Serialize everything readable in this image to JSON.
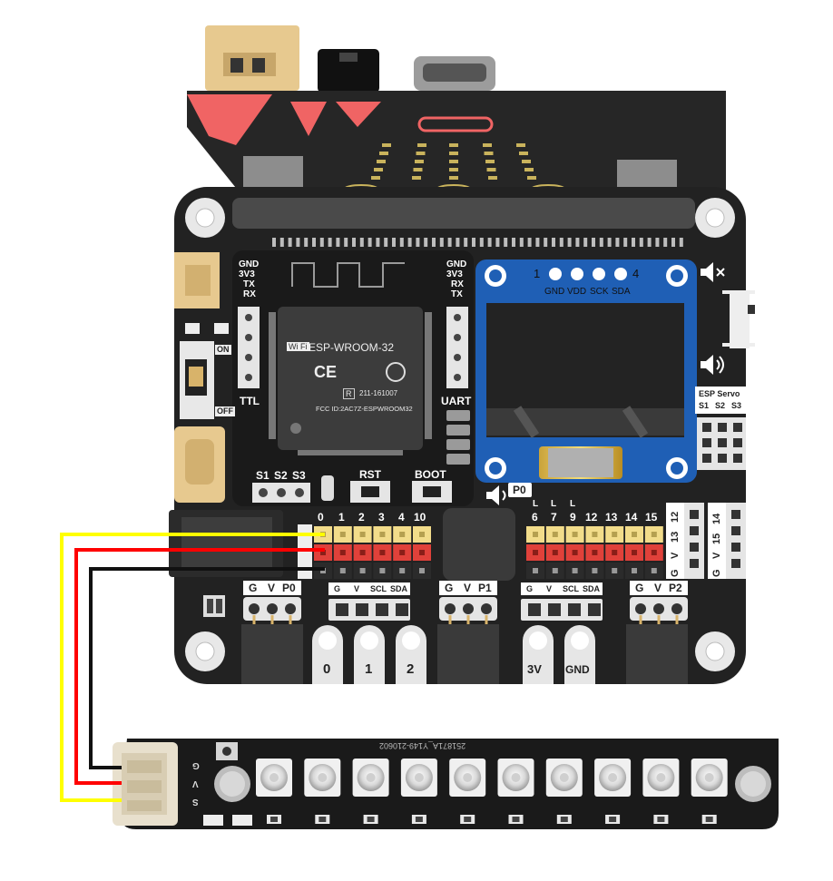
{
  "board": {
    "module_name": "ESP-WROOM-32",
    "wifi_badge": "Wi Fi",
    "ce_mark": "CE",
    "r_mark": "R",
    "cert_code": "211-161007",
    "fcc_id": "FCC ID:2AC7Z-ESPWROOM32",
    "ttl_pins": [
      "GND",
      "3V3",
      "TX",
      "RX"
    ],
    "ttl_label": "TTL",
    "uart_pins": [
      "GND",
      "3V3",
      "RX",
      "TX"
    ],
    "uart_label": "UART",
    "switch_on": "ON",
    "switch_off": "OFF",
    "servo_pins": [
      "S1",
      "S2",
      "S3"
    ],
    "rst_label": "RST",
    "boot_label": "BOOT",
    "oled_pin_first": "1",
    "oled_pin_last": "4",
    "oled_pins": [
      "GND",
      "VDD",
      "SCK",
      "SDA"
    ],
    "esp_servo_title": "ESP Servo",
    "esp_servo_pins": [
      "S1",
      "S2",
      "S3"
    ],
    "p0_label": "P0",
    "left_header_pins": [
      "0",
      "1",
      "2",
      "3",
      "4",
      "10"
    ],
    "right_header_pins": [
      "6",
      "7",
      "9",
      "12",
      "13",
      "14",
      "15"
    ],
    "l_marks": [
      "L",
      "L",
      "L"
    ],
    "side_header_1": [
      "12",
      "13"
    ],
    "side_header_2": [
      "14",
      "15"
    ],
    "side_gv": [
      "G",
      "V"
    ],
    "p0_connector": [
      "G",
      "V",
      "P0"
    ],
    "p1_connector": [
      "G",
      "V",
      "P1"
    ],
    "p2_connector": [
      "G",
      "V",
      "P2"
    ],
    "i2c_1": [
      "G",
      "V",
      "SCL",
      "SDA"
    ],
    "i2c_2": [
      "G",
      "V",
      "SCL",
      "SDA"
    ],
    "edge_pads": [
      "0",
      "1",
      "2",
      "3V",
      "GND"
    ]
  },
  "strip": {
    "pins": [
      "G",
      "V",
      "S"
    ],
    "part_code": "251871A_Y149-210602",
    "led_count": 10
  },
  "wires": [
    {
      "signal": "S",
      "color": "#ffff00"
    },
    {
      "signal": "V",
      "color": "#ff0000"
    },
    {
      "signal": "G",
      "color": "#111111"
    }
  ]
}
